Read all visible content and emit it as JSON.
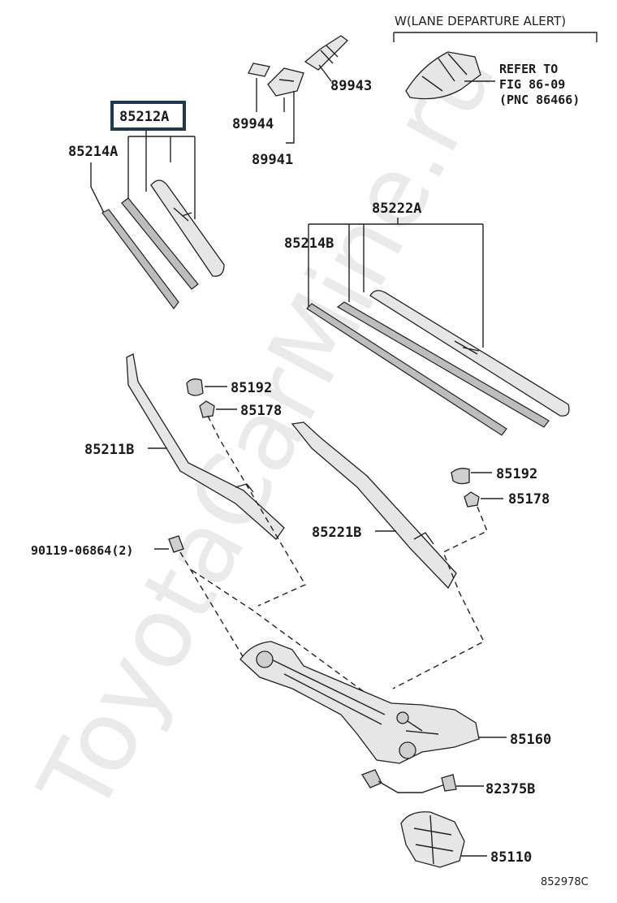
{
  "watermark": "ToyotaCarMine.ru",
  "header_note": "W(LANE DEPARTURE ALERT)",
  "refer_note": {
    "line1": "REFER TO",
    "line2": "FIG 86-09",
    "line3": "(PNC 86466)"
  },
  "highlighted_part": "85212A",
  "parts": {
    "p89943": "89943",
    "p89944": "89944",
    "p89941": "89941",
    "p85214A": "85214A",
    "p85222A": "85222A",
    "p85214B": "85214B",
    "p85192a": "85192",
    "p85178a": "85178",
    "p85211B": "85211B",
    "p85192b": "85192",
    "p85178b": "85178",
    "p90119": "90119-06864(2)",
    "p85221B": "85221B",
    "p85160": "85160",
    "p82375B": "82375B",
    "p85110": "85110"
  },
  "figure_code": "852978C",
  "colors": {
    "highlight_border": "#1f3a4d",
    "line": "#222222",
    "watermark": "#d9d9d9"
  }
}
